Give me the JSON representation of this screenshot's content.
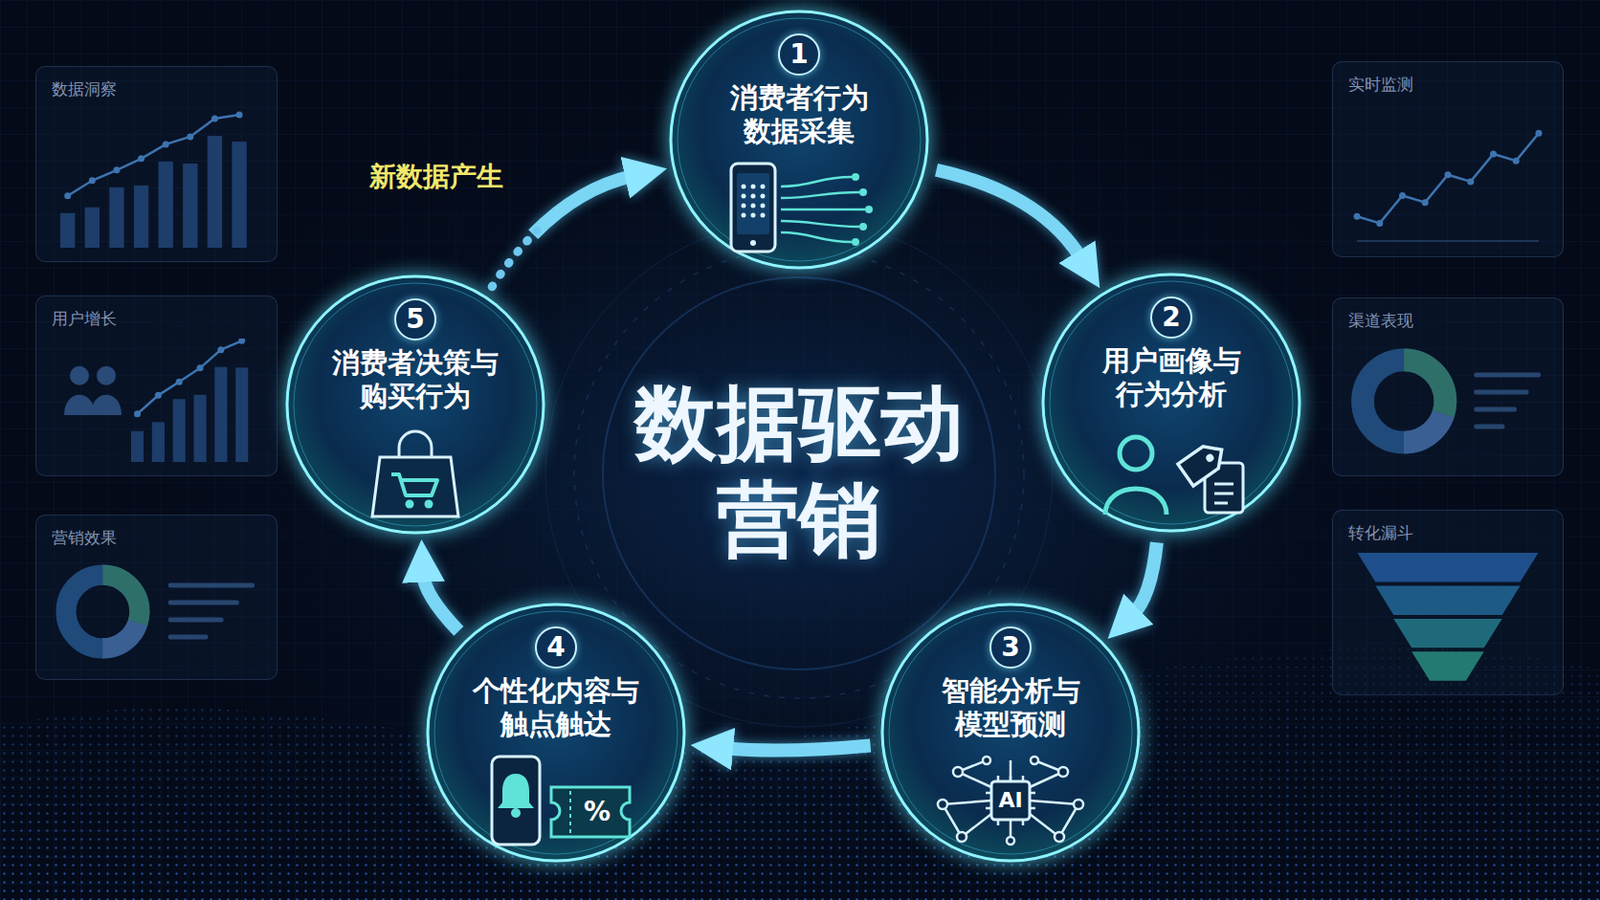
{
  "diagram": {
    "title": "数据驱动 营销",
    "nodes": [
      {
        "text": [
          "1",
          "消费者行为 数据采集"
        ]
      },
      {
        "text": [
          "2",
          "用户画像与 行为分析"
        ]
      },
      {
        "text": [
          "3",
          "智能分析与 模型预测"
        ]
      },
      {
        "text": [
          "4",
          "个性化内容与 触点触达"
        ]
      },
      {
        "text": [
          "5",
          "消费者决策与 购买行为"
        ]
      },
      {
        "text": [
          "数据洞察"
        ]
      },
      {
        "text": [
          "用户增长"
        ]
      },
      {
        "text": [
          "营销效果"
        ]
      },
      {
        "text": [
          "实时监测"
        ]
      },
      {
        "text": [
          "渠道表现"
        ]
      },
      {
        "text": [
          "转化漏斗"
        ]
      }
    ],
    "edges": [
      {
        "from": 0,
        "to": 1,
        "arrow": "to"
      },
      {
        "from": 1,
        "to": 2,
        "arrow": "to"
      },
      {
        "from": 2,
        "to": 3,
        "arrow": "to"
      },
      {
        "from": 3,
        "to": 4,
        "arrow": "to"
      },
      {
        "from": 4,
        "to": 0,
        "label": "新数据产生",
        "arrow": "to"
      }
    ],
    "labels": [
      "AI",
      "%"
    ]
  }
}
